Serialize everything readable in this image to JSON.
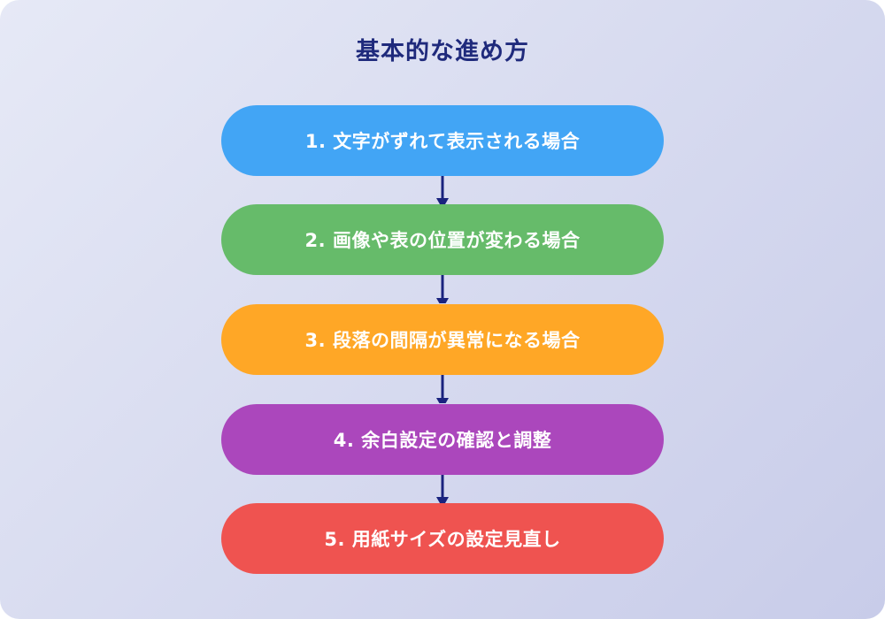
{
  "title": "基本的な進め方",
  "steps": [
    {
      "label": "1. 文字がずれて表示される場合",
      "color": "#42a5f5"
    },
    {
      "label": "2. 画像や表の位置が変わる場合",
      "color": "#66bb6a"
    },
    {
      "label": "3. 段落の間隔が異常になる場合",
      "color": "#ffa726"
    },
    {
      "label": "4. 余白設定の確認と調整",
      "color": "#ab47bc"
    },
    {
      "label": "5. 用紙サイズの設定見直し",
      "color": "#ef5350"
    }
  ],
  "colors": {
    "title": "#1f2a7c",
    "arrow": "#1a237e",
    "bg_start": "#e6e9f6",
    "bg_end": "#c8cce9"
  }
}
